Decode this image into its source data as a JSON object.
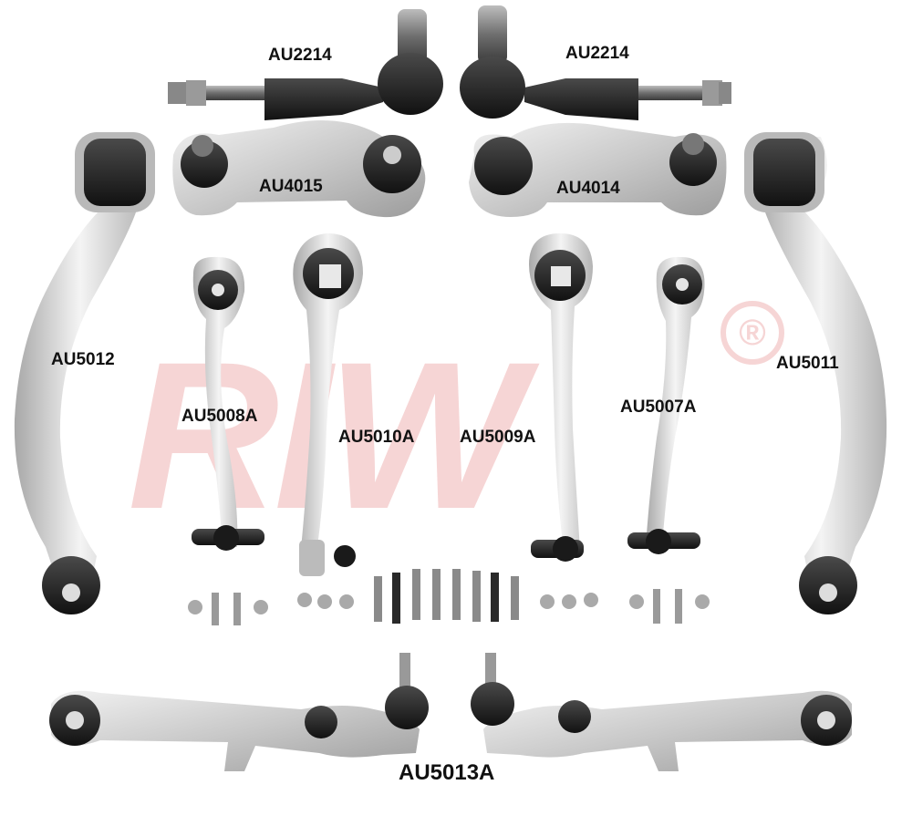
{
  "watermark": {
    "text": "RIW",
    "registered_mark": "®",
    "color": "#f3c7c7"
  },
  "parts": [
    {
      "id": "tie-rod-left",
      "code": "AU2214"
    },
    {
      "id": "tie-rod-right",
      "code": "AU2214"
    },
    {
      "id": "link-left",
      "code": "AU4015"
    },
    {
      "id": "link-right",
      "code": "AU4014"
    },
    {
      "id": "upper-arm-left",
      "code": "AU5012"
    },
    {
      "id": "upper-arm-right",
      "code": "AU5011"
    },
    {
      "id": "arm-a8",
      "code": "AU5008A"
    },
    {
      "id": "arm-a10",
      "code": "AU5010A"
    },
    {
      "id": "arm-a9",
      "code": "AU5009A"
    },
    {
      "id": "arm-a7",
      "code": "AU5007A"
    },
    {
      "id": "lower-arms",
      "code": "AU5013A"
    }
  ],
  "colors": {
    "rubber": "#1b1b1b",
    "aluminium": "#cfcfcf",
    "steel": "#8a8a8a",
    "label": "#111111"
  }
}
